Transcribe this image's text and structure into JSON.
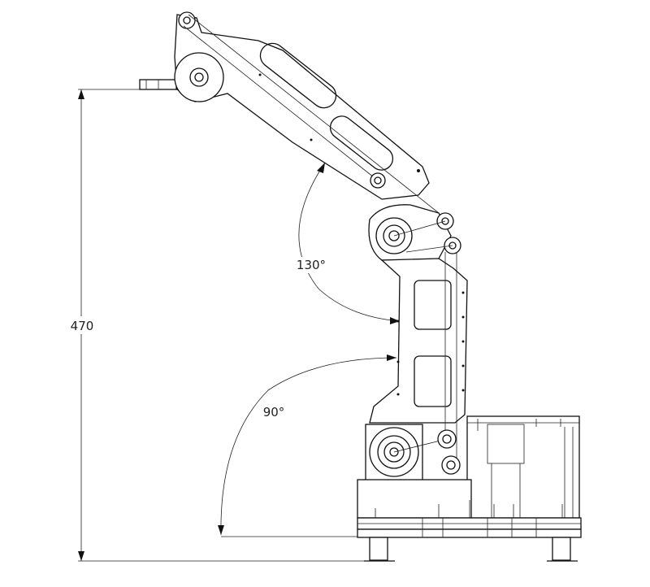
{
  "drawing": {
    "height_dimension": "470",
    "angle_upper": "130°",
    "angle_lower": "90°",
    "line_color": "#111111",
    "background": "#ffffff"
  }
}
